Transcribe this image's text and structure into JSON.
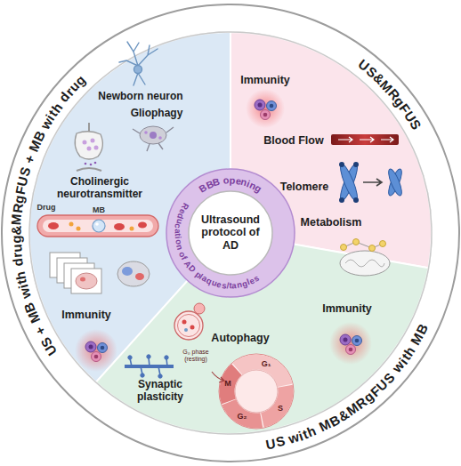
{
  "diagram": {
    "nodes": [
      {
        "text": [
          "US + MB with drug&MRgFUS + MB with drug",
          "Newborn neuron",
          "Gliophagy",
          "Cholinergic neurotransmitter",
          "Immunity"
        ]
      },
      {
        "text": [
          "US&MRgFUS",
          "Immunity",
          "Blood Flow",
          "Telomere",
          "Metabolism"
        ]
      },
      {
        "text": [
          "US with MB&MRgFUS with MB",
          "Immunity",
          "Autophagy",
          "Cell cycle",
          "Synaptic plasticity"
        ]
      },
      {
        "text": [
          "BBB opening",
          "Reducation of AD plaques/tangles",
          "Ultrasound protocol of AD"
        ]
      }
    ],
    "labels": [
      "Drug",
      "MB",
      "G₀ phase (resting)",
      "G₁",
      "S",
      "G₂",
      "M"
    ]
  }
}
